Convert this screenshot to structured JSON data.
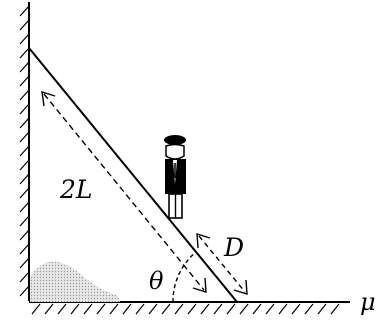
{
  "labels": {
    "ladder_length": "2L",
    "distance": "D",
    "angle": "θ",
    "friction": "μ"
  },
  "colors": {
    "ink": "#000000",
    "sand": "#bdbdbd",
    "background": "#ffffff"
  },
  "icons": {
    "person": "person-icon",
    "hatch": "hatch-pattern"
  }
}
